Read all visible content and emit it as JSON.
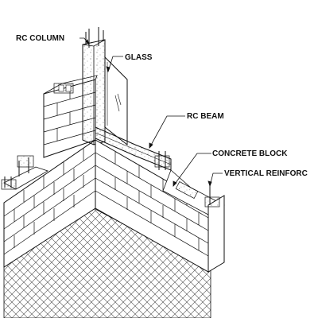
{
  "labels": {
    "rc_column": "RC COLUMN",
    "glass": "GLASS",
    "rc_beam": "RC BEAM",
    "concrete_block": "CONCRETE BLOCK",
    "vertical_reinforcement": "VERTICAL REINFORC"
  },
  "colors": {
    "line": "#111111",
    "background": "#ffffff",
    "floor_pattern": "#555555"
  }
}
